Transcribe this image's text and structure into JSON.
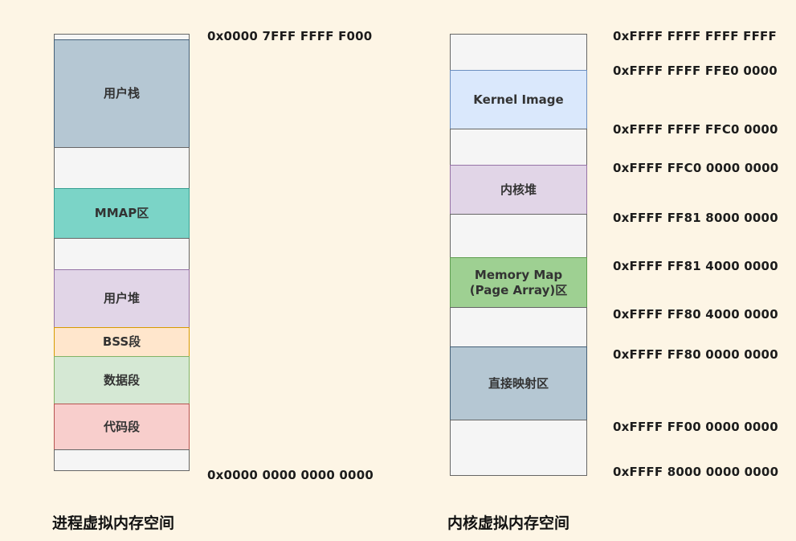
{
  "background_color": "#fdf5e5",
  "left_diagram": {
    "title": "进程虚拟内存空间",
    "top_address": "0x0000 7FFF FFFF F000",
    "bottom_address": "0x0000 0000 0000 0000",
    "segments": [
      {
        "label": "",
        "color": "#f5f5f5",
        "kind": "blank"
      },
      {
        "label": "用户栈",
        "color": "#b5c7d3",
        "kind": "user-stack"
      },
      {
        "label": "",
        "color": "#f5f5f5",
        "kind": "blank"
      },
      {
        "label": "MMAP区",
        "color": "#7bd4c7",
        "kind": "mmap-area"
      },
      {
        "label": "",
        "color": "#f5f5f5",
        "kind": "blank"
      },
      {
        "label": "用户堆",
        "color": "#e1d5e7",
        "kind": "user-heap"
      },
      {
        "label": "BSS段",
        "color": "#ffe6cc",
        "kind": "bss-segment"
      },
      {
        "label": "数据段",
        "color": "#d5e8d4",
        "kind": "data-segment"
      },
      {
        "label": "代码段",
        "color": "#f8cecc",
        "kind": "code-segment"
      },
      {
        "label": "",
        "color": "#f5f5f5",
        "kind": "blank"
      }
    ]
  },
  "right_diagram": {
    "title": "内核虚拟内存空间",
    "addresses": [
      "0xFFFF FFFF FFFF FFFF",
      "0xFFFF FFFF FFE0 0000",
      "0xFFFF FFFF FFC0 0000",
      "0xFFFF FFC0 0000 0000",
      "0xFFFF FF81 8000 0000",
      "0xFFFF FF81 4000 0000",
      "0xFFFF FF80 4000 0000",
      "0xFFFF FF80 0000 0000",
      "0xFFFF FF00 0000 0000",
      "0xFFFF 8000 0000 0000"
    ],
    "segments": [
      {
        "label": "",
        "color": "#f5f5f5",
        "kind": "blank"
      },
      {
        "label": "Kernel Image",
        "color": "#dae8fc",
        "kind": "kernel-image"
      },
      {
        "label": "",
        "color": "#f5f5f5",
        "kind": "blank"
      },
      {
        "label": "内核堆",
        "color": "#e1d5e7",
        "kind": "kernel-heap"
      },
      {
        "label": "",
        "color": "#f5f5f5",
        "kind": "blank"
      },
      {
        "label": "Memory Map (Page Array)区",
        "color": "#9ed092",
        "kind": "memory-map-page-array"
      },
      {
        "label": "",
        "color": "#f5f5f5",
        "kind": "blank"
      },
      {
        "label": "直接映射区",
        "color": "#b5c7d3",
        "kind": "direct-mapping-area"
      },
      {
        "label": "",
        "color": "#f5f5f5",
        "kind": "blank"
      }
    ]
  }
}
